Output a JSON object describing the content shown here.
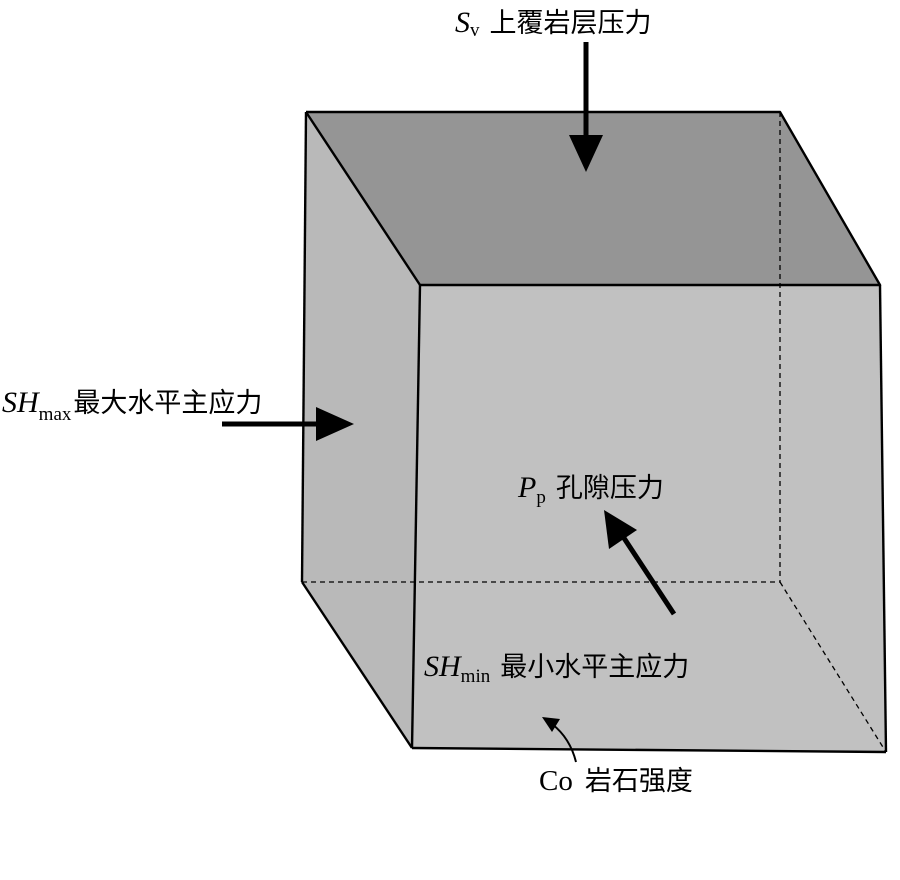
{
  "colors": {
    "front_face": "#c1c1c1",
    "left_face": "#b9b9b9",
    "top_face": "#959595",
    "bottom_face": "#bdbdbd",
    "edge": "#000000",
    "arrow": "#000000"
  },
  "labels": {
    "sv": {
      "symbol": "S",
      "subscript": "v",
      "text": "上覆岩层压力"
    },
    "shmax": {
      "symbol": "SH",
      "subscript": "max",
      "text": "最大水平主应力"
    },
    "pp": {
      "symbol": "P",
      "subscript": "p",
      "text": "孔隙压力"
    },
    "shmin": {
      "symbol": "SH",
      "subscript": "min",
      "text": "最小水平主应力"
    },
    "co": {
      "symbol": "Co",
      "text": "岩石强度"
    }
  },
  "icons": {
    "sv_arrow": "arrow-down-icon",
    "shmax_arrow": "arrow-right-icon",
    "pp_arrow": "arrow-up-left-icon",
    "co_pointer": "curved-arrow-icon"
  }
}
